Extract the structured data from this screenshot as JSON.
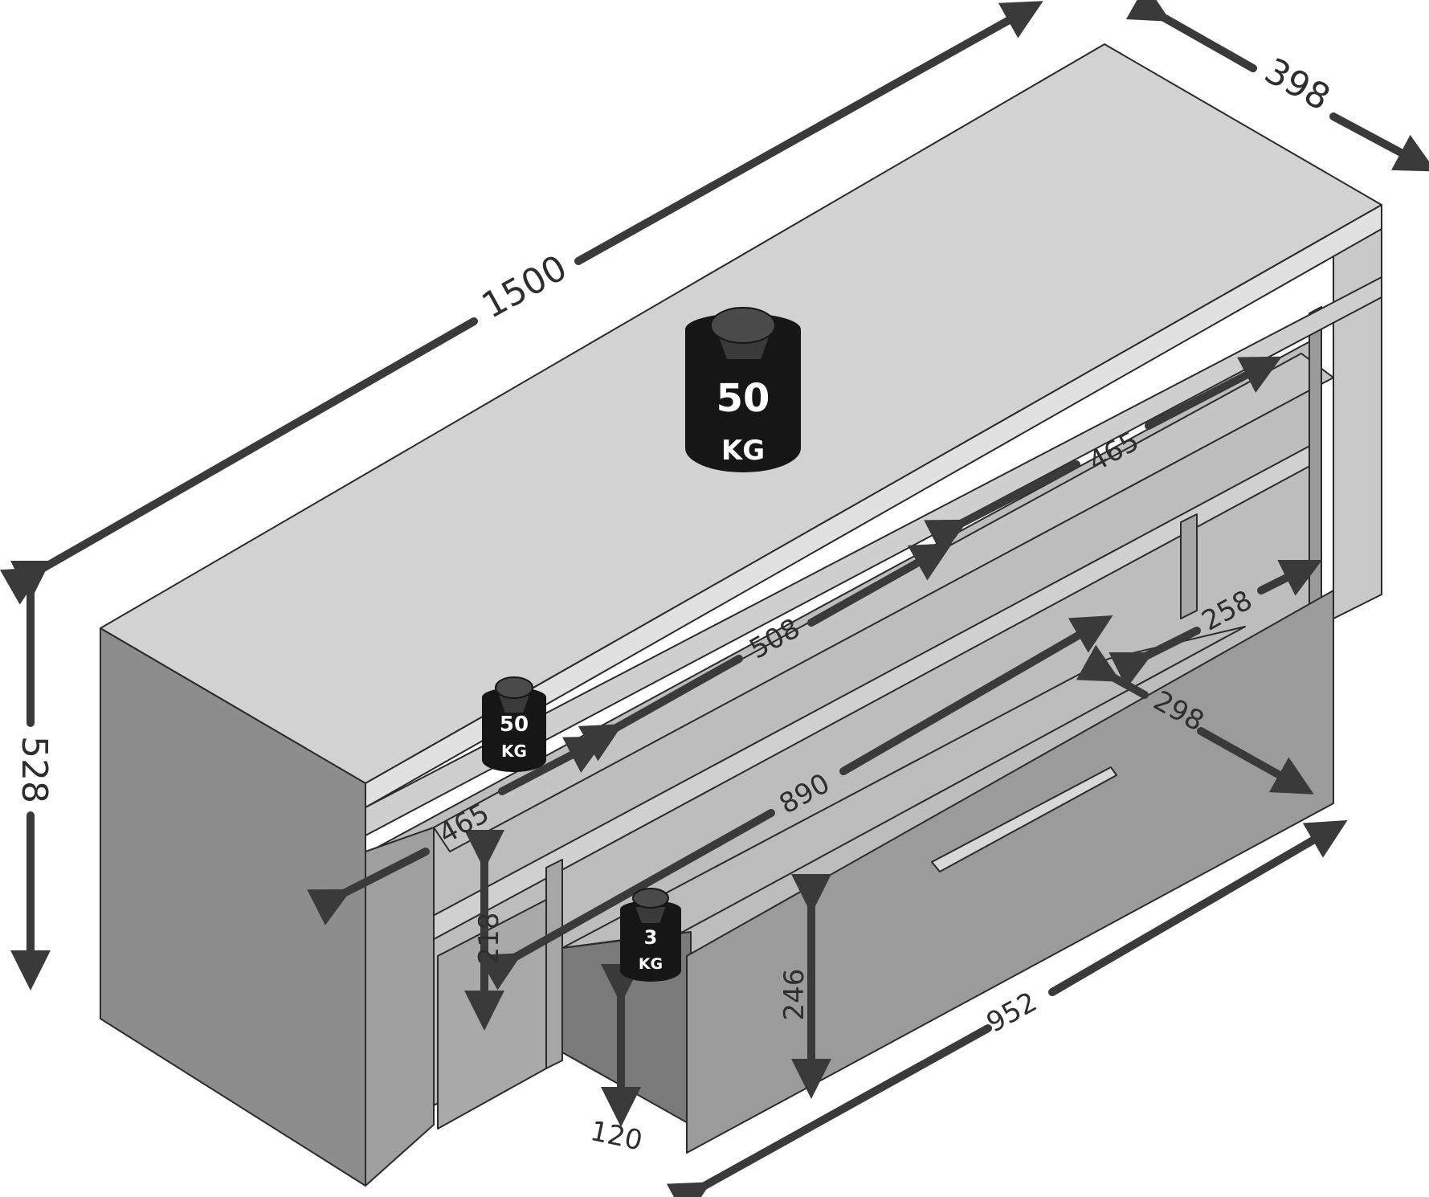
{
  "dimensions": {
    "width": "1500",
    "depth": "398",
    "height": "528",
    "shelf_left_depth": "465",
    "shelf_right_depth": "465",
    "shelf_width": "508",
    "opening_width": "890",
    "side_depth": "258",
    "drawer_depth": "298",
    "drawer_width": "952",
    "drawer_height": "246",
    "compartment_height": "218",
    "inner_drawer_height": "120"
  },
  "weights": {
    "top": {
      "value": "50",
      "unit": "KG"
    },
    "shelf": {
      "value": "50",
      "unit": "KG"
    },
    "drawer": {
      "value": "3",
      "unit": "KG"
    }
  },
  "colors": {
    "top": "#d2d2d2",
    "side": "#8d8d8d",
    "front": "#9b9b9b",
    "interior": "#b8b8b8",
    "shelf": "#c8c8c8",
    "weight": "#161616",
    "arrow": "#3a3a3a"
  }
}
